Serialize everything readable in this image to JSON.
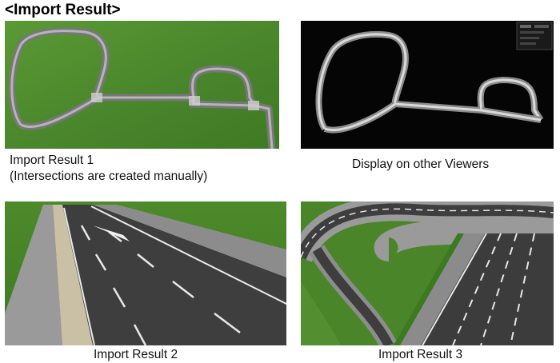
{
  "title": "<Import Result>",
  "panels": [
    {
      "id": "result1",
      "caption_line1": "Import Result 1",
      "caption_line2": "(Intersections are created manually)"
    },
    {
      "id": "viewer",
      "caption_line1": "Display on other Viewers"
    },
    {
      "id": "result2",
      "caption_line1": "Import Result 2"
    },
    {
      "id": "result3",
      "caption_line1": "Import Result 3"
    }
  ],
  "colors": {
    "grass": "#4f8a2e",
    "road": "#8a8a8a",
    "asphalt": "#3d3d3d",
    "viewer_bg": "#050505"
  }
}
